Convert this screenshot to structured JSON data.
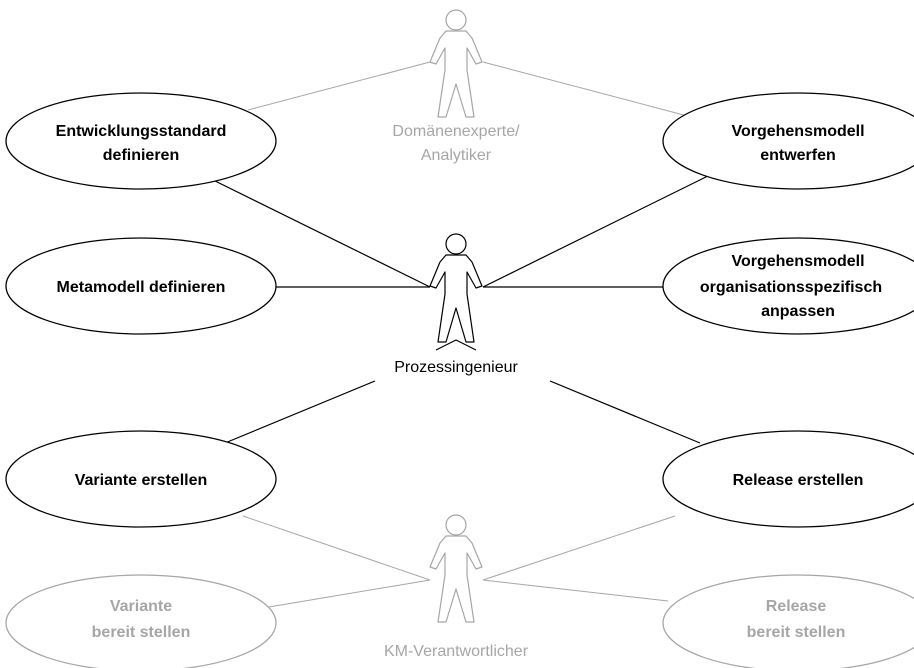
{
  "actors": {
    "domain_expert": {
      "line1": "Domänenexperte/",
      "line2": "Analytiker"
    },
    "process_engineer": {
      "label": "Prozessingenieur"
    },
    "km_owner": {
      "label": "KM-Verantwortlicher"
    }
  },
  "use_cases": {
    "define_dev_standard": {
      "line1": "Entwicklungsstandard",
      "line2": "definieren"
    },
    "define_metamodel": {
      "line1": "Metamodell definieren"
    },
    "create_variant": {
      "line1": "Variante erstellen"
    },
    "provide_variant": {
      "line1": "Variante",
      "line2": "bereit stellen"
    },
    "design_process_model": {
      "line1": "Vorgehensmodell",
      "line2": "entwerfen"
    },
    "tailor_process_model": {
      "line1": "Vorgehensmodell",
      "line2": "organisationsspezifisch",
      "line3": "anpassen"
    },
    "create_release": {
      "line1": "Release erstellen"
    },
    "provide_release": {
      "line1": "Release",
      "line2": "bereit stellen"
    }
  },
  "colors": {
    "active": "#000000",
    "inactive": "#a6a6a6",
    "background": "#ffffff"
  }
}
